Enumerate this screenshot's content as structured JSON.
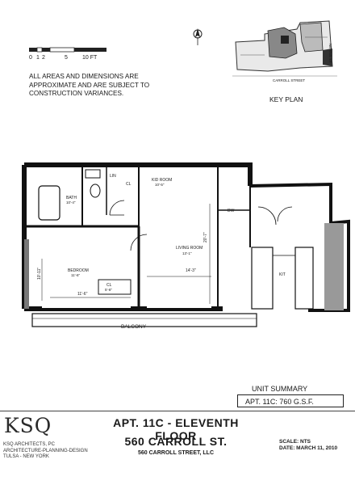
{
  "scale_bar": {
    "ticks": [
      "0",
      "1",
      "2",
      "5",
      "10 FT"
    ]
  },
  "note": "ALL AREAS AND DIMENSIONS ARE APPROXIMATE AND ARE SUBJECT TO CONSTRUCTION VARIANCES.",
  "key_plan": {
    "label": "KEY PLAN",
    "street_bottom": "CARROLL STREET",
    "street_side": "NEVINS ST"
  },
  "rooms": {
    "bath": {
      "name": "BATH",
      "dims": "10'-4\""
    },
    "lin": "LIN",
    "cl_top": "CL",
    "kid_room": {
      "name": "KID ROOM",
      "dims": "10'-5\""
    },
    "living_room": {
      "name": "LIVING ROOM",
      "dims": "13'-1\""
    },
    "living_dim_h": "14'-3\"",
    "living_dim_v": "20'-7\"",
    "dw_top": "DW",
    "bedroom": {
      "name": "BEDROOM",
      "dims": "11'-6\""
    },
    "bedroom_cl": {
      "name": "CL",
      "dims": "5'-6\""
    },
    "bedroom_dim_v": "10'-11\"",
    "bedroom_dim_h": "11'-6\"",
    "kitchen": "KIT",
    "balcony": "BALCONY"
  },
  "summary": {
    "title": "UNIT SUMMARY",
    "value": "APT. 11C: 760 G.S.F."
  },
  "title_block": {
    "logo": "KSQ",
    "firm_lines": [
      "KSQ ARCHITECTS, PC",
      "ARCHITECTURE-PLANNING-DESIGN",
      "TULSA - NEW YORK"
    ],
    "apt": "APT. 11C - ELEVENTH FLOOR",
    "address": "560 CARROLL ST.",
    "owner": "560 CARROLL STREET, LLC",
    "scale": "SCALE: NTS",
    "date": "DATE:   MARCH 11, 2010"
  }
}
